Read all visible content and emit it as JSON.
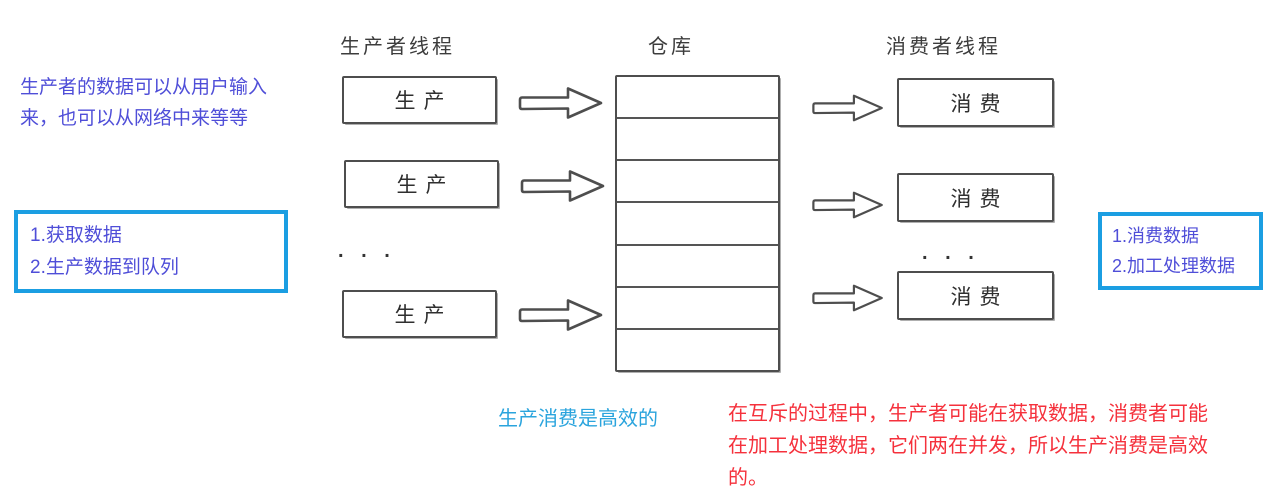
{
  "headers": {
    "producer_threads": "生产者线程",
    "warehouse": "仓库",
    "consumer_threads": "消费者线程"
  },
  "left_note": {
    "line1": "生产者的数据可以从用户输入",
    "line2": "来，也可以从网络中来等等"
  },
  "producer_steps": {
    "line1": "1.获取数据",
    "line2": "2.生产数据到队列"
  },
  "consumer_steps": {
    "line1": "1.消费数据",
    "line2": "2.加工处理数据"
  },
  "producer": {
    "box_label": "生产",
    "ellipsis": ". . ."
  },
  "consumer": {
    "box_label": "消费",
    "ellipsis": ". . ."
  },
  "warehouse": {
    "cell_count": 7
  },
  "captions": {
    "efficiency": "生产消费是高效的",
    "mutex_lines": [
      "在互斥的过程中，生产者可能在获取数据，消费者可能",
      "在加工处理数据，它们两在并发，所以生产消费是高效",
      "的。"
    ]
  },
  "colors": {
    "note_text": "#4f4ed8",
    "callout_border": "#1b9ee2",
    "efficiency_text": "#2aa4dd",
    "mutex_text": "#f5313c",
    "sketch_stroke": "#4e4e4e"
  }
}
